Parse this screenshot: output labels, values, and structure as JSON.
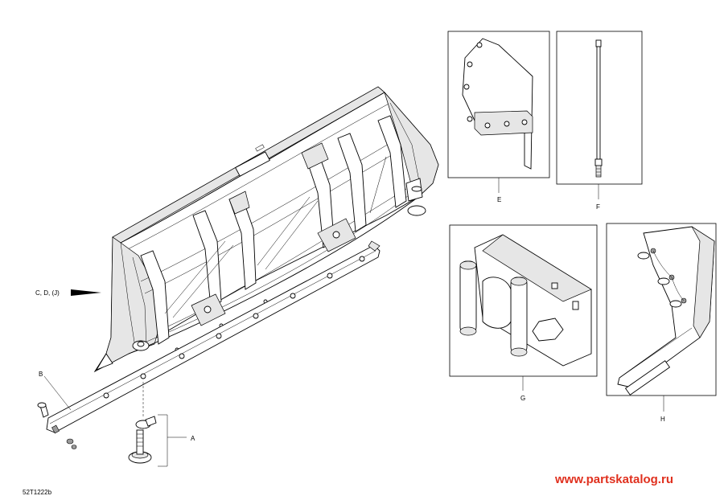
{
  "labels": {
    "a": "A",
    "b": "B",
    "cdj": "C, D, (J)",
    "e": "E",
    "f": "F",
    "g": "G",
    "h": "H"
  },
  "watermark": "www.partskatalog.ru",
  "drawing_code": "52T1222b"
}
